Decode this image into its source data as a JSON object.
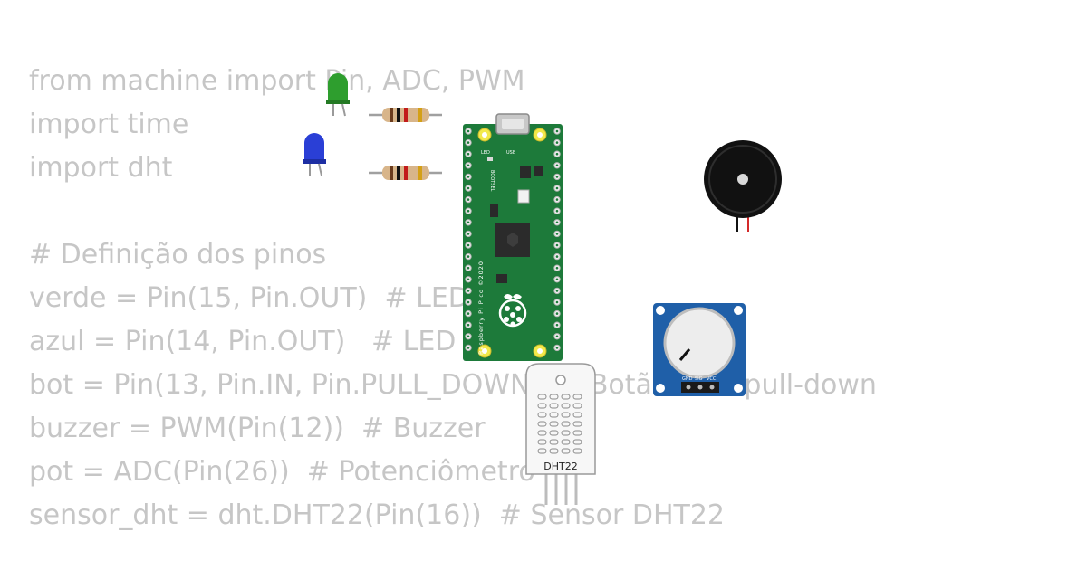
{
  "code_lines": [
    "from machine import Pin, ADC, PWM",
    "import time",
    "import dht",
    "",
    "# Definição dos pinos",
    "verde = Pin(15, Pin.OUT)  # LED verde",
    "azul = Pin(14, Pin.OUT)   # LED azul",
    "bot = Pin(13, Pin.IN, Pin.PULL_DOWN)  # Botão com pull-down",
    "buzzer = PWM(Pin(12))  # Buzzer",
    "pot = ADC(Pin(26))  # Potenciômetro",
    "sensor_dht = dht.DHT22(Pin(16))  # Sensor DHT22"
  ],
  "components": {
    "led_green": {
      "color": "#2e9e2e"
    },
    "led_blue": {
      "color": "#2a3fd6"
    },
    "pico": {
      "led_label": "LED",
      "usb_label": "USB",
      "bootsel_label": "BOOTSEL",
      "board_label": "Raspberry Pi Pico ©2020",
      "board_color": "#1d7a3a"
    },
    "dht22": {
      "label": "DHT22"
    },
    "potentiometer": {
      "pin_gnd": "GND",
      "pin_sig": "SIG",
      "pin_vcc": "VCC",
      "board_color": "#1f5fa8"
    },
    "buzzer": {
      "color": "#111111"
    }
  }
}
